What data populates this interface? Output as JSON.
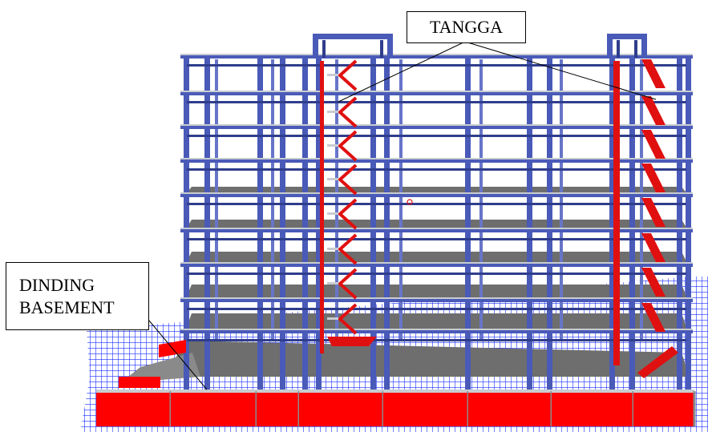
{
  "labels": {
    "tangga": "TANGGA",
    "dinding_line1": "DINDING",
    "dinding_line2": "BASEMENT"
  },
  "colors": {
    "frame": "#4a5ab8",
    "frame_dark": "#2f3d8c",
    "slab": "#6e6e6e",
    "slab_light": "#8a8a8a",
    "beam_edge": "#c8ccd0",
    "stair": "#e01010",
    "basement_wall": "#ff0000",
    "ground_grid": "#1a2eff",
    "leader_line": "#000000"
  },
  "structure": {
    "floors": 9,
    "components": [
      "column-frame",
      "floor-slab",
      "stair",
      "basement-wall",
      "ground-grid"
    ]
  }
}
